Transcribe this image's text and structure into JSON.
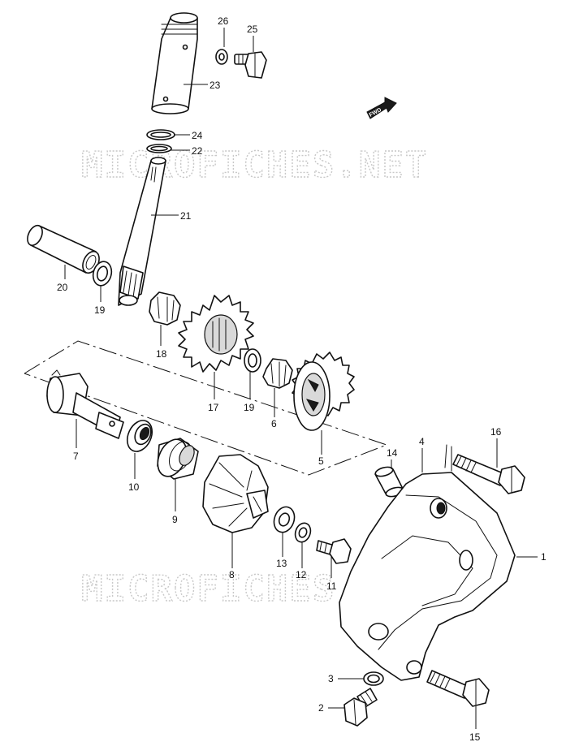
{
  "watermark": "MICROFICHES.NET",
  "fwd_marker": "FWD",
  "callouts": {
    "c1": "1",
    "c2": "2",
    "c3": "3",
    "c4": "4",
    "c5": "5",
    "c6": "6",
    "c7": "7",
    "c8": "8",
    "c9": "9",
    "c10": "10",
    "c11": "11",
    "c12": "12",
    "c13": "13",
    "c14": "14",
    "c15": "15",
    "c16": "16",
    "c17": "17",
    "c18": "18",
    "c19a": "19",
    "c19b": "19",
    "c20": "20",
    "c21": "21",
    "c22": "22",
    "c23": "23",
    "c24": "24",
    "c25": "25",
    "c26": "26"
  }
}
